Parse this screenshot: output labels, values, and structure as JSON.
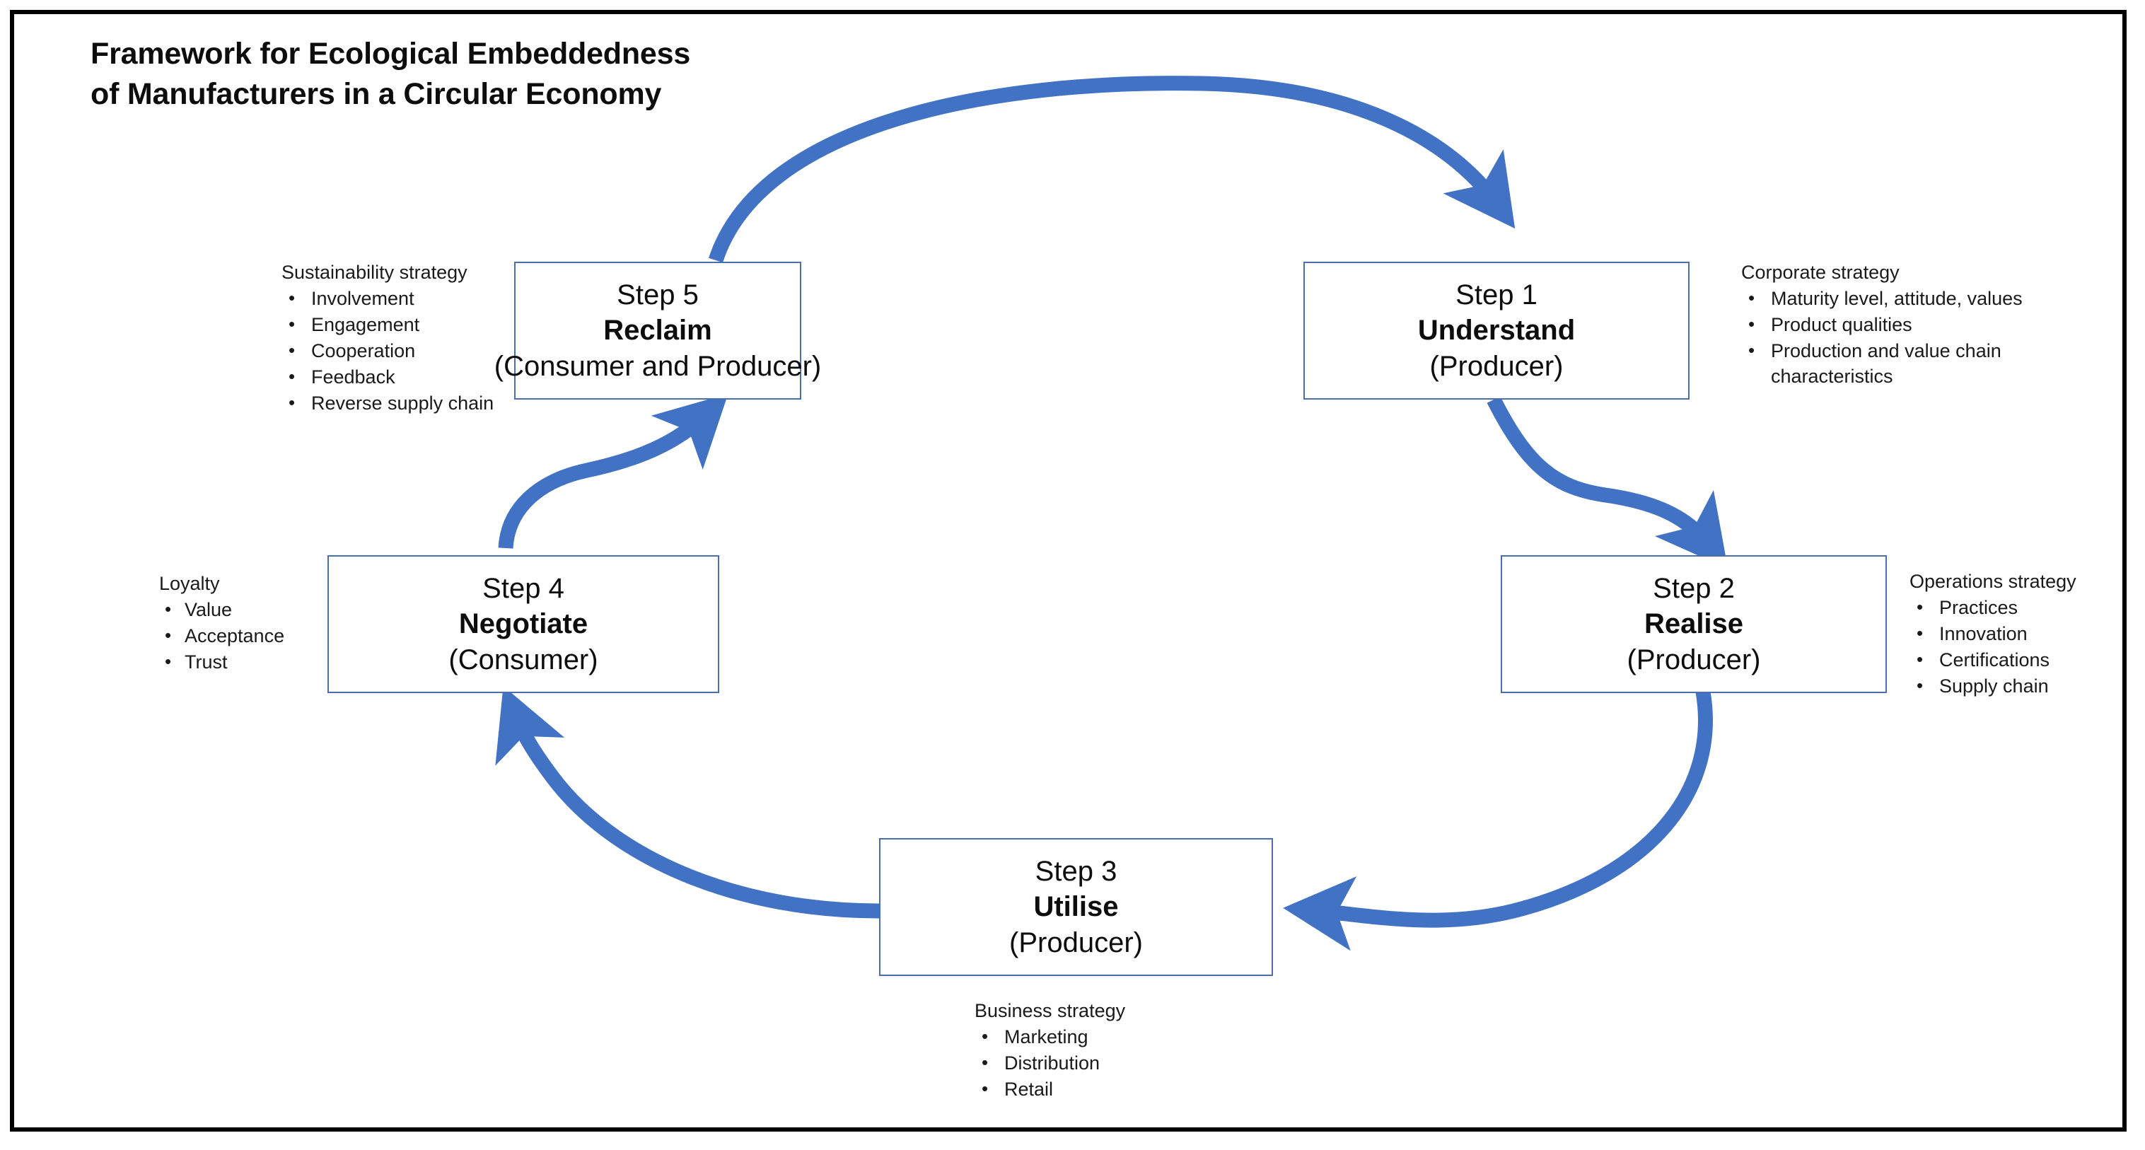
{
  "title": {
    "line1": "Framework for Ecological Embeddedness",
    "line2": "of Manufacturers in a Circular Economy"
  },
  "colors": {
    "arrow_blue": "#4272C4",
    "box_border": "#4A6FAB",
    "frame_border": "#000000",
    "text": "#0D0D0D",
    "background": "#FFFFFF"
  },
  "steps": {
    "step1": {
      "number": "Step 1",
      "name": "Understand",
      "actor": "(Producer)"
    },
    "step2": {
      "number": "Step 2",
      "name": "Realise",
      "actor": "(Producer)"
    },
    "step3": {
      "number": "Step 3",
      "name": "Utilise",
      "actor": "(Producer)"
    },
    "step4": {
      "number": "Step 4",
      "name": "Negotiate",
      "actor": "(Consumer)"
    },
    "step5": {
      "number": "Step 5",
      "name": "Reclaim",
      "actor": "(Consumer and Producer)"
    }
  },
  "annotations": {
    "corporate": {
      "heading": "Corporate strategy",
      "items": [
        "Maturity level, attitude, values",
        "Product qualities",
        "Production and value chain characteristics"
      ]
    },
    "operations": {
      "heading": "Operations strategy",
      "items": [
        "Practices",
        "Innovation",
        "Certifications",
        "Supply chain"
      ]
    },
    "business": {
      "heading": "Business strategy",
      "items": [
        "Marketing",
        "Distribution",
        "Retail"
      ]
    },
    "loyalty": {
      "heading": "Loyalty",
      "items": [
        "Value",
        "Acceptance",
        "Trust"
      ]
    },
    "sustainability": {
      "heading": "Sustainability strategy",
      "items": [
        "Involvement",
        "Engagement",
        "Cooperation",
        "Feedback",
        "Reverse supply chain"
      ]
    }
  },
  "flow": {
    "arrows": [
      {
        "from": "Step 5",
        "to": "Step 1",
        "shape": "top-arc-clockwise"
      },
      {
        "from": "Step 1",
        "to": "Step 2",
        "shape": "s-curve-down-right"
      },
      {
        "from": "Step 2",
        "to": "Step 3",
        "shape": "arc-down-left"
      },
      {
        "from": "Step 3",
        "to": "Step 4",
        "shape": "arc-up-left"
      },
      {
        "from": "Step 4",
        "to": "Step 5",
        "shape": "s-curve-up-right"
      }
    ]
  }
}
